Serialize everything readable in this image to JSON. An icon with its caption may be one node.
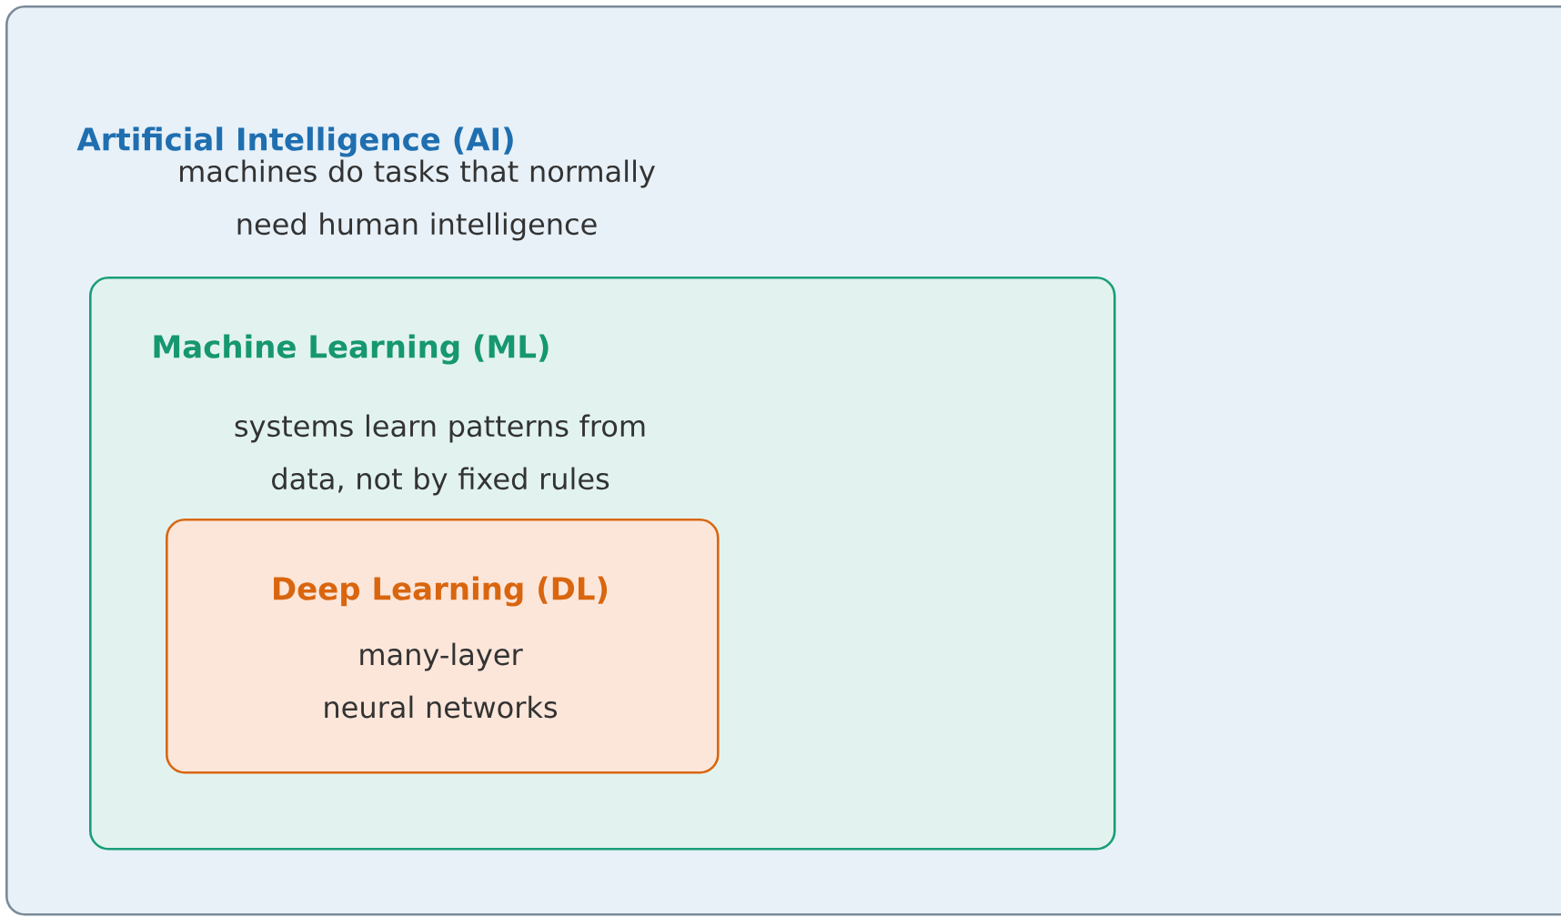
{
  "diagram": {
    "nodes": [
      {
        "text": [
          "Artificial Intelligence (AI)",
          "machines do tasks that normally need human intelligence"
        ]
      },
      {
        "text": [
          "Machine Learning (ML)",
          "systems learn patterns from data, not by fixed rules"
        ],
        "in": 0
      },
      {
        "text": [
          "Deep Learning (DL)",
          "many-layer neural networks"
        ],
        "in": 1
      }
    ]
  }
}
